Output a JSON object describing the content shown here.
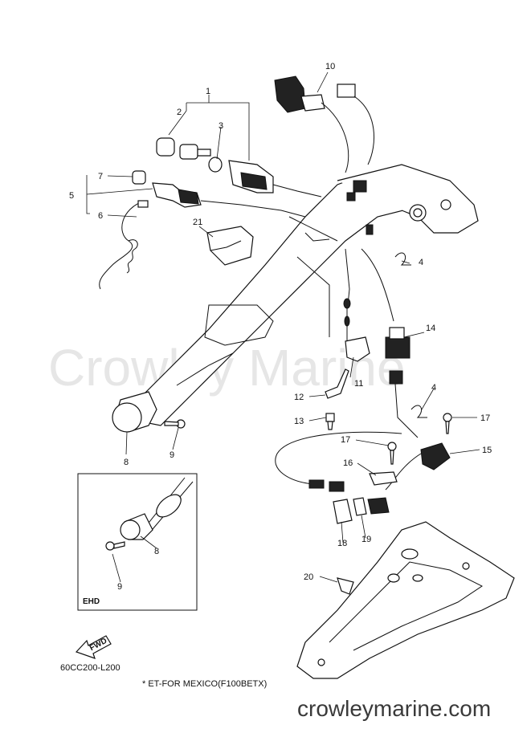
{
  "watermark": "Crowley Marine",
  "site_label": "crowleymarine.com",
  "drawing_code": "60CC200-L200",
  "footnote": "* ET-FOR MEXICO(F100BETX)",
  "fwd_label": "FWD",
  "inset_label": "EHD",
  "callouts": {
    "c1": "1",
    "c2": "2",
    "c3": "3",
    "c4a": "4",
    "c4b": "4",
    "c5": "5",
    "c6": "6",
    "c7": "7",
    "c8a": "8",
    "c8b": "8",
    "c9a": "9",
    "c9b": "9",
    "c10": "10",
    "c11": "11",
    "c12": "12",
    "c13": "13",
    "c14": "14",
    "c15": "15",
    "c16": "16",
    "c17a": "17",
    "c17b": "17",
    "c18": "18",
    "c19": "19",
    "c20": "20",
    "c21": "21"
  }
}
